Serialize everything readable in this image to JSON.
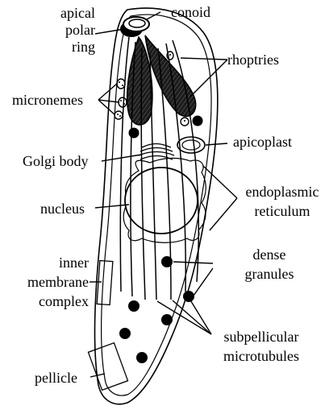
{
  "labels": {
    "apical_polar_ring": [
      "apical",
      "polar",
      "ring"
    ],
    "conoid": "conoid",
    "rhoptries": "rhoptries",
    "micronemes": "micronemes",
    "apicoplast": "apicoplast",
    "golgi_body": "Golgi body",
    "endoplasmic_reticulum": [
      "endoplasmic",
      "reticulum"
    ],
    "nucleus": "nucleus",
    "dense_granules": [
      "dense",
      "granules"
    ],
    "inner_membrane_complex": [
      "inner",
      "membrane",
      "complex"
    ],
    "subpellicular_microtubules": [
      "subpellicular",
      "microtubules"
    ],
    "pellicle": "pellicle"
  },
  "colors": {
    "ink": "#000000",
    "rhoptry_fill": "#2a2a2a",
    "background": "#ffffff"
  }
}
